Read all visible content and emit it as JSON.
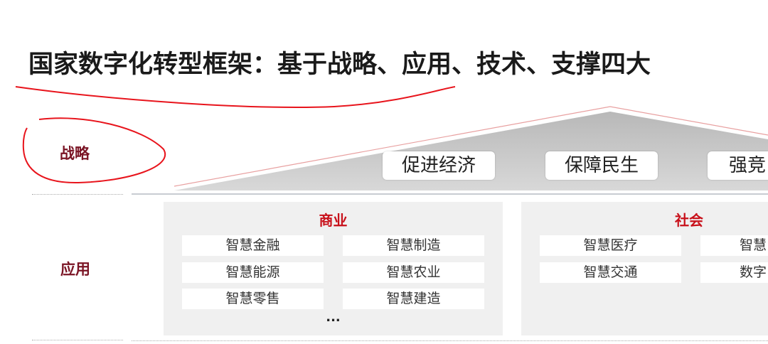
{
  "title": "国家数字化转型框架：基于战略、应用、技术、支撑四大",
  "rows": {
    "strategy": "战略",
    "application": "应用"
  },
  "strategy_goals": [
    "促进经济",
    "保障民生",
    "强竞"
  ],
  "panels": [
    {
      "title": "商业",
      "items": [
        "智慧金融",
        "智慧制造",
        "智慧能源",
        "智慧农业",
        "智慧零售",
        "智慧建造"
      ],
      "more": "..."
    },
    {
      "title": "社会",
      "items": [
        "智慧医疗",
        "智慧",
        "智慧交通",
        "数字"
      ]
    }
  ],
  "colors": {
    "accent": "#c8101a",
    "row_label": "#7a1424",
    "annotation": "#e8141c",
    "panel_bg": "#f0f0f0"
  }
}
